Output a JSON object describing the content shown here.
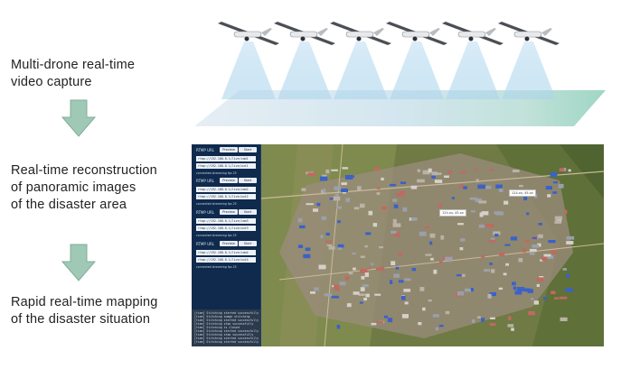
{
  "steps": [
    {
      "lines": [
        "Multi-drone real-time",
        "video capture"
      ]
    },
    {
      "lines": [
        "Real-time reconstruction",
        "of panoramic images",
        "of the disaster area"
      ]
    },
    {
      "lines": [
        "Rapid real-time mapping",
        "of the disaster situation"
      ]
    }
  ],
  "colors": {
    "arrow_fill": "#9fc9b4",
    "arrow_stroke": "#7fae98",
    "panel_bg": "#0f2a4d",
    "map_field": "#8a8f55",
    "roof_blue": "#3a62c8",
    "roof_red": "#c06a60"
  },
  "drones": {
    "count": 6,
    "icon": "vtol-drone-icon"
  },
  "screen": {
    "cameras": [
      {
        "label": "RTMP URL",
        "button1": "Preview",
        "button2": "Start",
        "url1": "rtmp://192.168.0.1/live/cam1",
        "url2": "rtmp://192.168.0.1/live/out1",
        "status": "connected  streaming  fps 25"
      },
      {
        "label": "RTMP URL",
        "button1": "Preview",
        "button2": "Start",
        "url1": "rtmp://192.168.0.1/live/cam2",
        "url2": "rtmp://192.168.0.1/live/out2",
        "status": "connected  streaming  fps 25"
      },
      {
        "label": "RTMP URL",
        "button1": "Preview",
        "button2": "Start",
        "url1": "rtmp://192.168.0.1/live/cam3",
        "url2": "rtmp://192.168.0.1/live/out3",
        "status": "connected  streaming  fps 25"
      },
      {
        "label": "RTMP URL",
        "button1": "Preview",
        "button2": "Start",
        "url1": "rtmp://192.168.0.1/live/cam4",
        "url2": "rtmp://192.168.0.1/live/out4",
        "status": "connected  streaming  fps 25"
      }
    ],
    "log_lines": [
      "[time] Stitching started successfully",
      "[time] Stitching image stitching",
      "[time] Stitching started successfully",
      "[time] Stitching stop successfully",
      "[time] Stitching is closed",
      "[time] Stitching started successfully",
      "[time] Stitching stop successfully",
      "[time] Stitching started successfully",
      "[time] Stitching started successfully"
    ],
    "callouts": [
      {
        "text": "124.xx, 45.xx"
      },
      {
        "text": "124.xx, 45.xx"
      }
    ]
  }
}
